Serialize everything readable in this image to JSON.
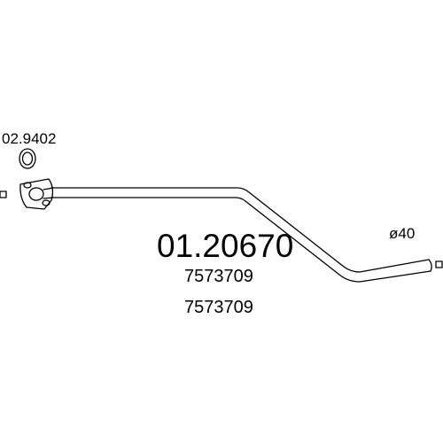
{
  "part_number": "01.20670",
  "oem_numbers": [
    "7573709",
    "7573709"
  ],
  "gasket": {
    "part_number": "02.9402",
    "icon": "exhaust-gasket-ring-icon"
  },
  "pipe": {
    "diameter_label": "ø40",
    "icon": "exhaust-pipe-icon"
  },
  "connectors": {
    "left_icon": "pipe-end-square-icon",
    "right_icon": "pipe-end-square-icon"
  },
  "colors": {
    "line": "#000000",
    "background": "#ffffff"
  }
}
